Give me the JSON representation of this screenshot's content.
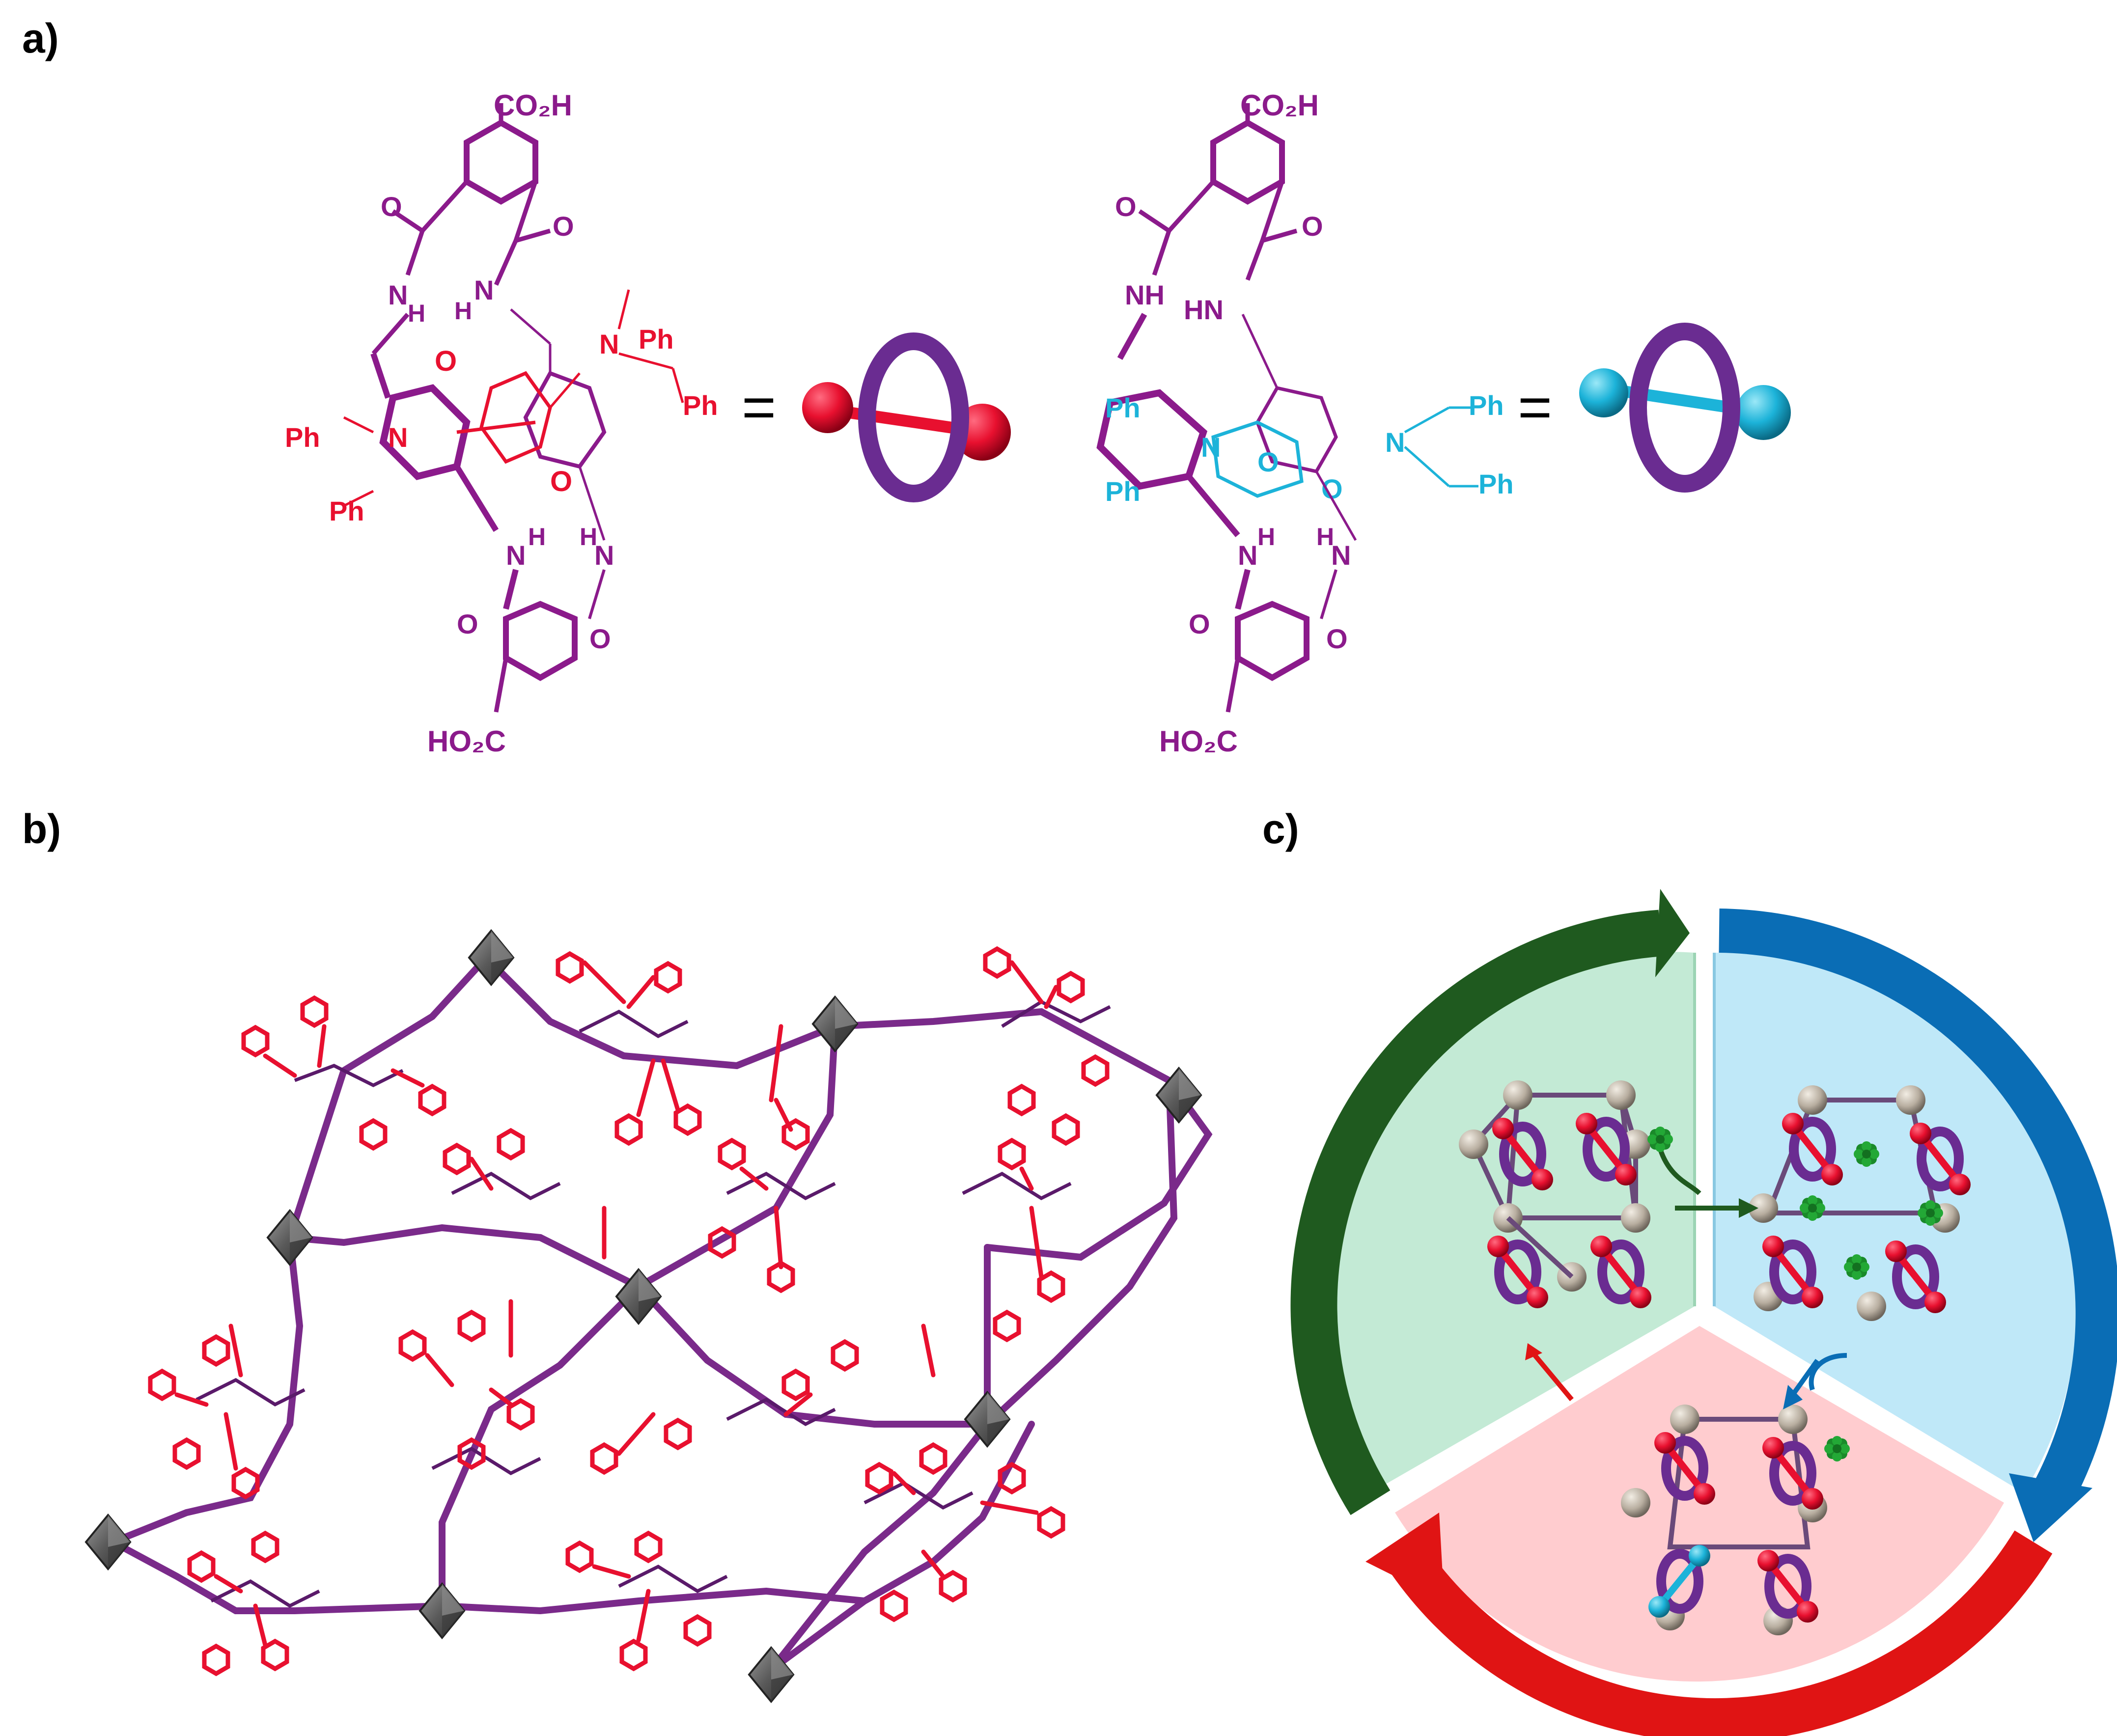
{
  "panels": {
    "a": "a)",
    "b": "b)",
    "c": "c)"
  },
  "structure_left": {
    "top_acid": "CO₂H",
    "bottom_acid": "HO₂C",
    "atom_O": "O",
    "atom_N": "N",
    "atom_H": "H",
    "atom_NH": "NH",
    "atom_HN": "HN",
    "substituent_Ph": "Ph",
    "equals": "="
  },
  "structure_right": {
    "top_acid": "CO₂H",
    "bottom_acid": "HO₂C",
    "atom_O": "O",
    "atom_N": "N",
    "atom_H": "H",
    "atom_NH": "NH",
    "atom_HN": "HN",
    "substituent_Ph": "Ph",
    "equals": "="
  },
  "colors": {
    "macrocycle_purple": "#8b1a8b",
    "ring_purple": "#6a2c91",
    "axle_red": "#e8102f",
    "axle_cyan": "#1cb3d9",
    "node_gray": "#5a5a5a",
    "sector_green": "#bde8d0",
    "sector_blue": "#b8e6f7",
    "sector_red": "#ffc9cc",
    "arrow_green": "#1f5a1f",
    "arrow_blue": "#0a6db5",
    "arrow_red": "#e01414",
    "guest_green": "#1a8a2a",
    "metal_node": "#b8aea0"
  }
}
